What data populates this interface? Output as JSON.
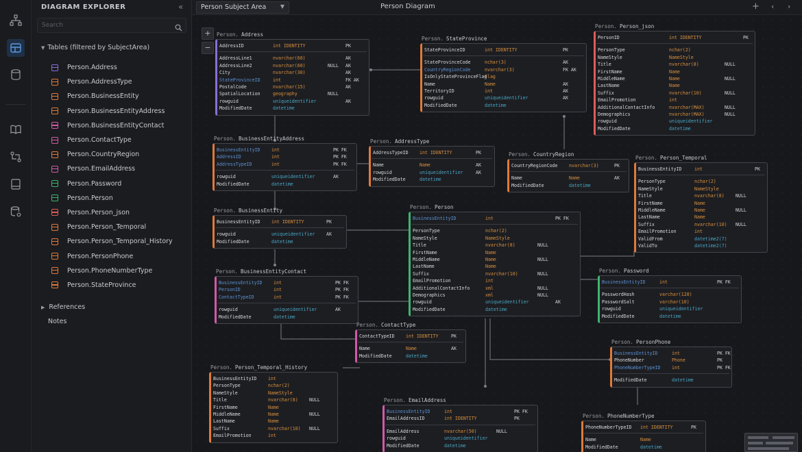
{
  "explorer": {
    "title": "DIAGRAM EXPLORER",
    "search_placeholder": "Search",
    "tree_label": "Tables (filtered by SubjectArea)",
    "tables": [
      {
        "name": "Person.Address",
        "color": "#8a6fd8"
      },
      {
        "name": "Person.AddressType",
        "color": "#e07a3a"
      },
      {
        "name": "Person.BusinessEntity",
        "color": "#e07a3a"
      },
      {
        "name": "Person.BusinessEntityAddress",
        "color": "#e07a3a"
      },
      {
        "name": "Person.BusinessEntityContact",
        "color": "#d25aa8"
      },
      {
        "name": "Person.ContactType",
        "color": "#d25aa8"
      },
      {
        "name": "Person.CountryRegion",
        "color": "#e07a3a"
      },
      {
        "name": "Person.EmailAddress",
        "color": "#d25aa8"
      },
      {
        "name": "Person.Password",
        "color": "#3fb56f"
      },
      {
        "name": "Person.Person",
        "color": "#3fb56f"
      },
      {
        "name": "Person.Person_json",
        "color": "#e05a5a"
      },
      {
        "name": "Person.Person_Temporal",
        "color": "#e07a3a"
      },
      {
        "name": "Person.Person_Temporal_History",
        "color": "#e07a3a"
      },
      {
        "name": "Person.PersonPhone",
        "color": "#e07a3a"
      },
      {
        "name": "Person.PhoneNumberType",
        "color": "#e07a3a"
      },
      {
        "name": "Person.StateProvince",
        "color": "#e07a3a"
      }
    ],
    "references_label": "References",
    "notes_label": "Notes"
  },
  "topbar": {
    "subject_area": "Person Subject Area",
    "diagram_title": "Person Diagram"
  },
  "diagram": {
    "tables": [
      {
        "id": "address",
        "schema": "Person.",
        "name": "Address",
        "accent": "#8a6fd8",
        "rows": [
          [
            "AddressID",
            "int IDENTITY",
            "",
            "PK"
          ],
          "-",
          [
            "AddressLine1",
            "nvarchar(60)",
            "",
            "AK"
          ],
          [
            "AddressLine2",
            "nvarchar(60)",
            "NULL",
            "AK"
          ],
          [
            "City",
            "nvarchar(30)",
            "",
            "AK"
          ],
          [
            "StateProvinceID",
            "int",
            "",
            "FK AK"
          ],
          [
            "PostalCode",
            "nvarchar(15)",
            "",
            "AK"
          ],
          [
            "SpatialLocation",
            "geography",
            "NULL",
            ""
          ],
          [
            "rowguid",
            "uniqueidentifier",
            "",
            "AK"
          ],
          [
            "ModifiedDate",
            "datetime",
            "",
            ""
          ]
        ]
      },
      {
        "id": "stateprovince",
        "schema": "Person.",
        "name": "StateProvince",
        "accent": "#e07a3a",
        "rows": [
          [
            "StateProvinceID",
            "int IDENTITY",
            "",
            "PK"
          ],
          "-",
          [
            "StateProvinceCode",
            "nchar(3)",
            "",
            "AK"
          ],
          [
            "CountryRegionCode",
            "nvarchar(3)",
            "",
            "FK AK"
          ],
          [
            "IsOnlyStateProvinceFlag",
            "Flag",
            "",
            ""
          ],
          [
            "Name",
            "Name",
            "",
            "AK"
          ],
          [
            "TerritoryID",
            "int",
            "",
            "AK"
          ],
          [
            "rowguid",
            "uniqueidentifier",
            "",
            "AK"
          ],
          [
            "ModifiedDate",
            "datetime",
            "",
            ""
          ]
        ]
      },
      {
        "id": "person_json",
        "schema": "Person.",
        "name": "Person_json",
        "accent": "#e05a5a",
        "rows": [
          [
            "PersonID",
            "int IDENTITY",
            "",
            "PK"
          ],
          "-",
          [
            "PersonType",
            "nchar(2)",
            "",
            ""
          ],
          [
            "NameStyle",
            "NameStyle",
            "",
            ""
          ],
          [
            "Title",
            "nvarchar(8)",
            "NULL",
            ""
          ],
          [
            "FirstName",
            "Name",
            "",
            ""
          ],
          [
            "MiddleName",
            "Name",
            "NULL",
            ""
          ],
          [
            "LastName",
            "Name",
            "",
            ""
          ],
          [
            "Suffix",
            "nvarchar(10)",
            "NULL",
            ""
          ],
          [
            "EmailPromotion",
            "int",
            "",
            ""
          ],
          [
            "AdditionalContactInfo",
            "nvarchar(MAX)",
            "NULL",
            ""
          ],
          [
            "Demographics",
            "nvarchar(MAX)",
            "NULL",
            ""
          ],
          [
            "rowguid",
            "uniqueidentifier",
            "",
            ""
          ],
          [
            "ModifiedDate",
            "datetime",
            "",
            ""
          ]
        ]
      },
      {
        "id": "bea",
        "schema": "Person.",
        "name": "BusinessEntityAddress",
        "accent": "#e07a3a",
        "rows": [
          [
            "BusinessEntityID",
            "int",
            "",
            "PK FK"
          ],
          [
            "AddressID",
            "int",
            "",
            "PK FK"
          ],
          [
            "AddressTypeID",
            "int",
            "",
            "PK FK"
          ],
          "-",
          [
            "rowguid",
            "uniqueidentifier",
            "",
            "AK"
          ],
          [
            "ModifiedDate",
            "datetime",
            "",
            ""
          ]
        ]
      },
      {
        "id": "addresstype",
        "schema": "Person.",
        "name": "AddressType",
        "accent": "#e07a3a",
        "rows": [
          [
            "AddressTypeID",
            "int IDENTITY",
            "",
            "PK"
          ],
          "-",
          [
            "Name",
            "Name",
            "",
            "AK"
          ],
          [
            "rowguid",
            "uniqueidentifier",
            "",
            "AK"
          ],
          [
            "ModifiedDate",
            "datetime",
            "",
            ""
          ]
        ]
      },
      {
        "id": "countryregion",
        "schema": "Person.",
        "name": "CountryRegion",
        "accent": "#e07a3a",
        "rows": [
          [
            "CountryRegionCode",
            "nvarchar(3)",
            "",
            "PK"
          ],
          "-",
          [
            "Name",
            "Name",
            "",
            "AK"
          ],
          [
            "ModifiedDate",
            "datetime",
            "",
            ""
          ]
        ]
      },
      {
        "id": "person_temporal",
        "schema": "Person.",
        "name": "Person_Temporal",
        "accent": "#e07a3a",
        "rows": [
          [
            "BusinessEntityID",
            "int",
            "",
            "PK"
          ],
          "-",
          [
            "PersonType",
            "nchar(2)",
            "",
            ""
          ],
          [
            "NameStyle",
            "NameStyle",
            "",
            ""
          ],
          [
            "Title",
            "nvarchar(8)",
            "NULL",
            ""
          ],
          [
            "FirstName",
            "Name",
            "",
            ""
          ],
          [
            "MiddleName",
            "Name",
            "NULL",
            ""
          ],
          [
            "LastName",
            "Name",
            "",
            ""
          ],
          [
            "Suffix",
            "nvarchar(10)",
            "NULL",
            ""
          ],
          [
            "EmailPromotion",
            "int",
            "",
            ""
          ],
          [
            "ValidFrom",
            "datetime2(7)",
            "",
            ""
          ],
          [
            "ValidTo",
            "datetime2(7)",
            "",
            ""
          ]
        ]
      },
      {
        "id": "businessentity",
        "schema": "Person.",
        "name": "BusinessEntity",
        "accent": "#e07a3a",
        "rows": [
          [
            "BusinessEntityID",
            "int IDENTITY",
            "",
            "PK"
          ],
          "-",
          [
            "rowguid",
            "uniqueidentifier",
            "",
            "AK"
          ],
          [
            "ModifiedDate",
            "datetime",
            "",
            ""
          ]
        ]
      },
      {
        "id": "person",
        "schema": "Person.",
        "name": "Person",
        "accent": "#3fb56f",
        "rows": [
          [
            "BusinessEntityID",
            "int",
            "",
            "PK FK"
          ],
          "-",
          [
            "PersonType",
            "nchar(2)",
            "",
            ""
          ],
          [
            "NameStyle",
            "NameStyle",
            "",
            ""
          ],
          [
            "Title",
            "nvarchar(8)",
            "NULL",
            ""
          ],
          [
            "FirstName",
            "Name",
            "",
            ""
          ],
          [
            "MiddleName",
            "Name",
            "NULL",
            ""
          ],
          [
            "LastName",
            "Name",
            "",
            ""
          ],
          [
            "Suffix",
            "nvarchar(10)",
            "NULL",
            ""
          ],
          [
            "EmailPromotion",
            "int",
            "",
            ""
          ],
          [
            "AdditionalContactInfo",
            "xml",
            "NULL",
            ""
          ],
          [
            "Demographics",
            "xml",
            "NULL",
            ""
          ],
          [
            "rowguid",
            "uniqueidentifier",
            "",
            "AK"
          ],
          [
            "ModifiedDate",
            "datetime",
            "",
            ""
          ]
        ]
      },
      {
        "id": "bec",
        "schema": "Person.",
        "name": "BusinessEntityContact",
        "accent": "#d25aa8",
        "rows": [
          [
            "BusinessEntityID",
            "int",
            "",
            "PK FK"
          ],
          [
            "PersonID",
            "int",
            "",
            "PK FK"
          ],
          [
            "ContactTypeID",
            "int",
            "",
            "PK FK"
          ],
          "-",
          [
            "rowguid",
            "uniqueidentifier",
            "",
            "AK"
          ],
          [
            "ModifiedDate",
            "datetime",
            "",
            ""
          ]
        ]
      },
      {
        "id": "password",
        "schema": "Person.",
        "name": "Password",
        "accent": "#3fb56f",
        "rows": [
          [
            "BusinessEntityID",
            "int",
            "",
            "PK FK"
          ],
          "-",
          [
            "PasswordHash",
            "varchar(128)",
            "",
            ""
          ],
          [
            "PasswordSalt",
            "varchar(10)",
            "",
            ""
          ],
          [
            "rowguid",
            "uniqueidentifier",
            "",
            ""
          ],
          [
            "ModifiedDate",
            "datetime",
            "",
            ""
          ]
        ]
      },
      {
        "id": "contacttype",
        "schema": "Person.",
        "name": "ContactType",
        "accent": "#d25aa8",
        "rows": [
          [
            "ContactTypeID",
            "int IDENTITY",
            "",
            "PK"
          ],
          "-",
          [
            "Name",
            "Name",
            "",
            "AK"
          ],
          [
            "ModifiedDate",
            "datetime",
            "",
            ""
          ]
        ]
      },
      {
        "id": "personphone",
        "schema": "Person.",
        "name": "PersonPhone",
        "accent": "#e07a3a",
        "rows": [
          [
            "BusinessEntityID",
            "int",
            "",
            "PK FK"
          ],
          [
            "PhoneNumber",
            "Phone",
            "",
            "PK"
          ],
          [
            "PhoneNumberTypeID",
            "int",
            "",
            "PK FK"
          ],
          "-",
          [
            "ModifiedDate",
            "datetime",
            "",
            ""
          ]
        ]
      },
      {
        "id": "pth",
        "schema": "Person.",
        "name": "Person_Temporal_History",
        "accent": "#e07a3a",
        "rows": [
          [
            "BusinessEntityID",
            "int",
            "",
            ""
          ],
          [
            "PersonType",
            "nchar(2)",
            "",
            ""
          ],
          [
            "NameStyle",
            "NameStyle",
            "",
            ""
          ],
          [
            "Title",
            "nvarchar(8)",
            "NULL",
            ""
          ],
          [
            "FirstName",
            "Name",
            "",
            ""
          ],
          [
            "MiddleName",
            "Name",
            "NULL",
            ""
          ],
          [
            "LastName",
            "Name",
            "",
            ""
          ],
          [
            "Suffix",
            "nvarchar(10)",
            "NULL",
            ""
          ],
          [
            "EmailPromotion",
            "int",
            "",
            ""
          ]
        ]
      },
      {
        "id": "emailaddress",
        "schema": "Person.",
        "name": "EmailAddress",
        "accent": "#d25aa8",
        "rows": [
          [
            "BusinessEntityID",
            "int",
            "",
            "PK FK"
          ],
          [
            "EmailAddressID",
            "int IDENTITY",
            "",
            "PK"
          ],
          "-",
          [
            "EmailAddress",
            "nvarchar(50)",
            "NULL",
            ""
          ],
          [
            "rowguid",
            "uniqueidentifier",
            "",
            ""
          ],
          [
            "ModifiedDate",
            "datetime",
            "",
            ""
          ]
        ]
      },
      {
        "id": "phonenumbertype",
        "schema": "Person.",
        "name": "PhoneNumberType",
        "accent": "#e07a3a",
        "rows": [
          [
            "PhoneNumberTypeID",
            "int IDENTITY",
            "",
            "PK"
          ],
          "-",
          [
            "Name",
            "Name",
            "",
            ""
          ],
          [
            "ModifiedDate",
            "datetime",
            "",
            ""
          ]
        ]
      }
    ]
  }
}
